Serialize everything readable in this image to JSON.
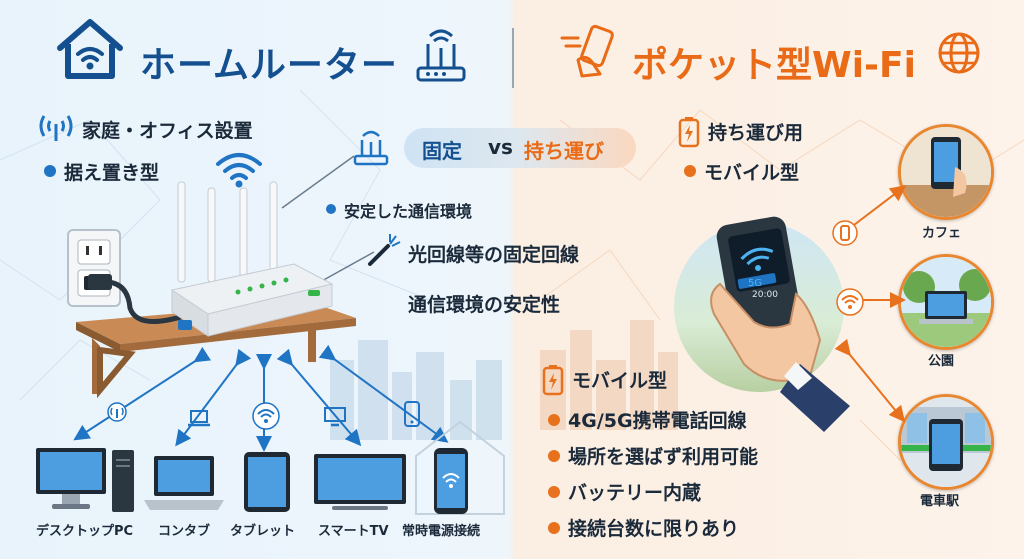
{
  "left": {
    "title": "ホームルーター",
    "features": {
      "install": "家庭・オフィス設置",
      "type": "据え置き型",
      "stable_env": "安定した通信環境",
      "fixed_line": "光回線等の固定回線",
      "stability": "通信環境の安定性"
    },
    "devices": [
      {
        "label": "デスクトップPC",
        "icon": "desktop-icon"
      },
      {
        "label": "コンタブ",
        "icon": "laptop-icon"
      },
      {
        "label": "タブレット",
        "icon": "tablet-icon"
      },
      {
        "label": "スマートTV",
        "icon": "tv-icon"
      },
      {
        "label": "常時電源接続",
        "icon": "smartphone-icon"
      }
    ]
  },
  "right": {
    "title": "ポケット型Wi-Fi",
    "features": {
      "portable": "持ち運び用",
      "mobile": "モバイル型",
      "mobile2": "モバイル型",
      "line": "4G/5G携帯電話回線",
      "anywhere": "場所を選ばず利用可能",
      "battery": "バッテリー内蔵",
      "limit": "接続台数に限りあり"
    },
    "locations": [
      {
        "label": "カフェ",
        "icon": "cafe-icon"
      },
      {
        "label": "公園",
        "icon": "park-icon"
      },
      {
        "label": "電車駅",
        "icon": "train-icon"
      }
    ]
  },
  "center": {
    "fixed": "固定",
    "vs": "vs",
    "portable": "持ち運び"
  },
  "device_screen": {
    "line1": "5G",
    "line2": "20:00"
  },
  "colors": {
    "blue": "#1f74c4",
    "dark_blue": "#14508f",
    "orange": "#e8711d"
  }
}
